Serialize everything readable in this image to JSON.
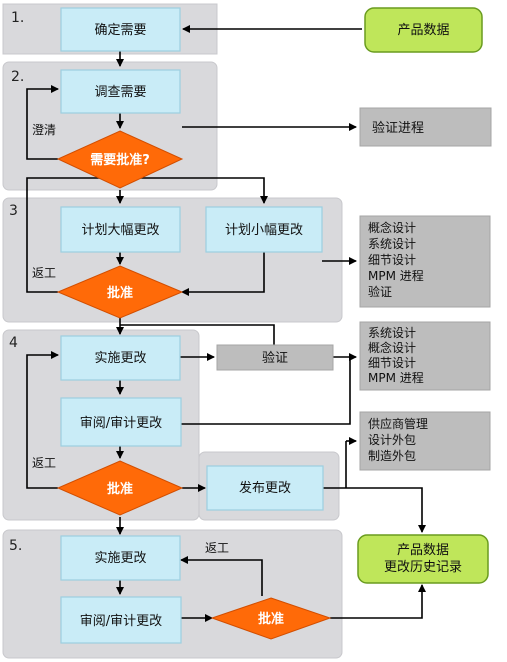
{
  "stages": {
    "s1": "1.",
    "s2": "2.",
    "s3": "3",
    "s4": "4",
    "s5": "5."
  },
  "nodes": {
    "define_need": "确定需要",
    "product_data": "产品数据",
    "investigate_need": "调查需要",
    "need_approval": "需要批准?",
    "verify_process": "验证进程",
    "plan_major": "计划大幅更改",
    "plan_minor": "计划小幅更改",
    "approve3": "批准",
    "verify4": "验证",
    "implement4": "实施更改",
    "review4": "审阅/审计更改",
    "approve4": "批准",
    "release": "发布更改",
    "implement5": "实施更改",
    "review5": "审阅/审计更改",
    "approve5": "批准",
    "history": [
      "产品数据",
      "更改历史记录"
    ]
  },
  "labels": {
    "clarify": "澄清",
    "rework3": "返工",
    "rework4": "返工",
    "rework5": "返工"
  },
  "lists": {
    "design3": [
      "概念设计",
      "系统设计",
      "细节设计",
      "MPM 进程",
      "验证"
    ],
    "design4": [
      "系统设计",
      "概念设计",
      "细节设计",
      "MPM 进程"
    ],
    "supply": [
      "供应商管理",
      "设计外包",
      "制造外包"
    ]
  },
  "colors": {
    "process": "#c9ecf7",
    "decision": "#ff6a08",
    "data": "#bfe65a",
    "external": "#bdbdbd",
    "panel": "#d9d9dc"
  }
}
